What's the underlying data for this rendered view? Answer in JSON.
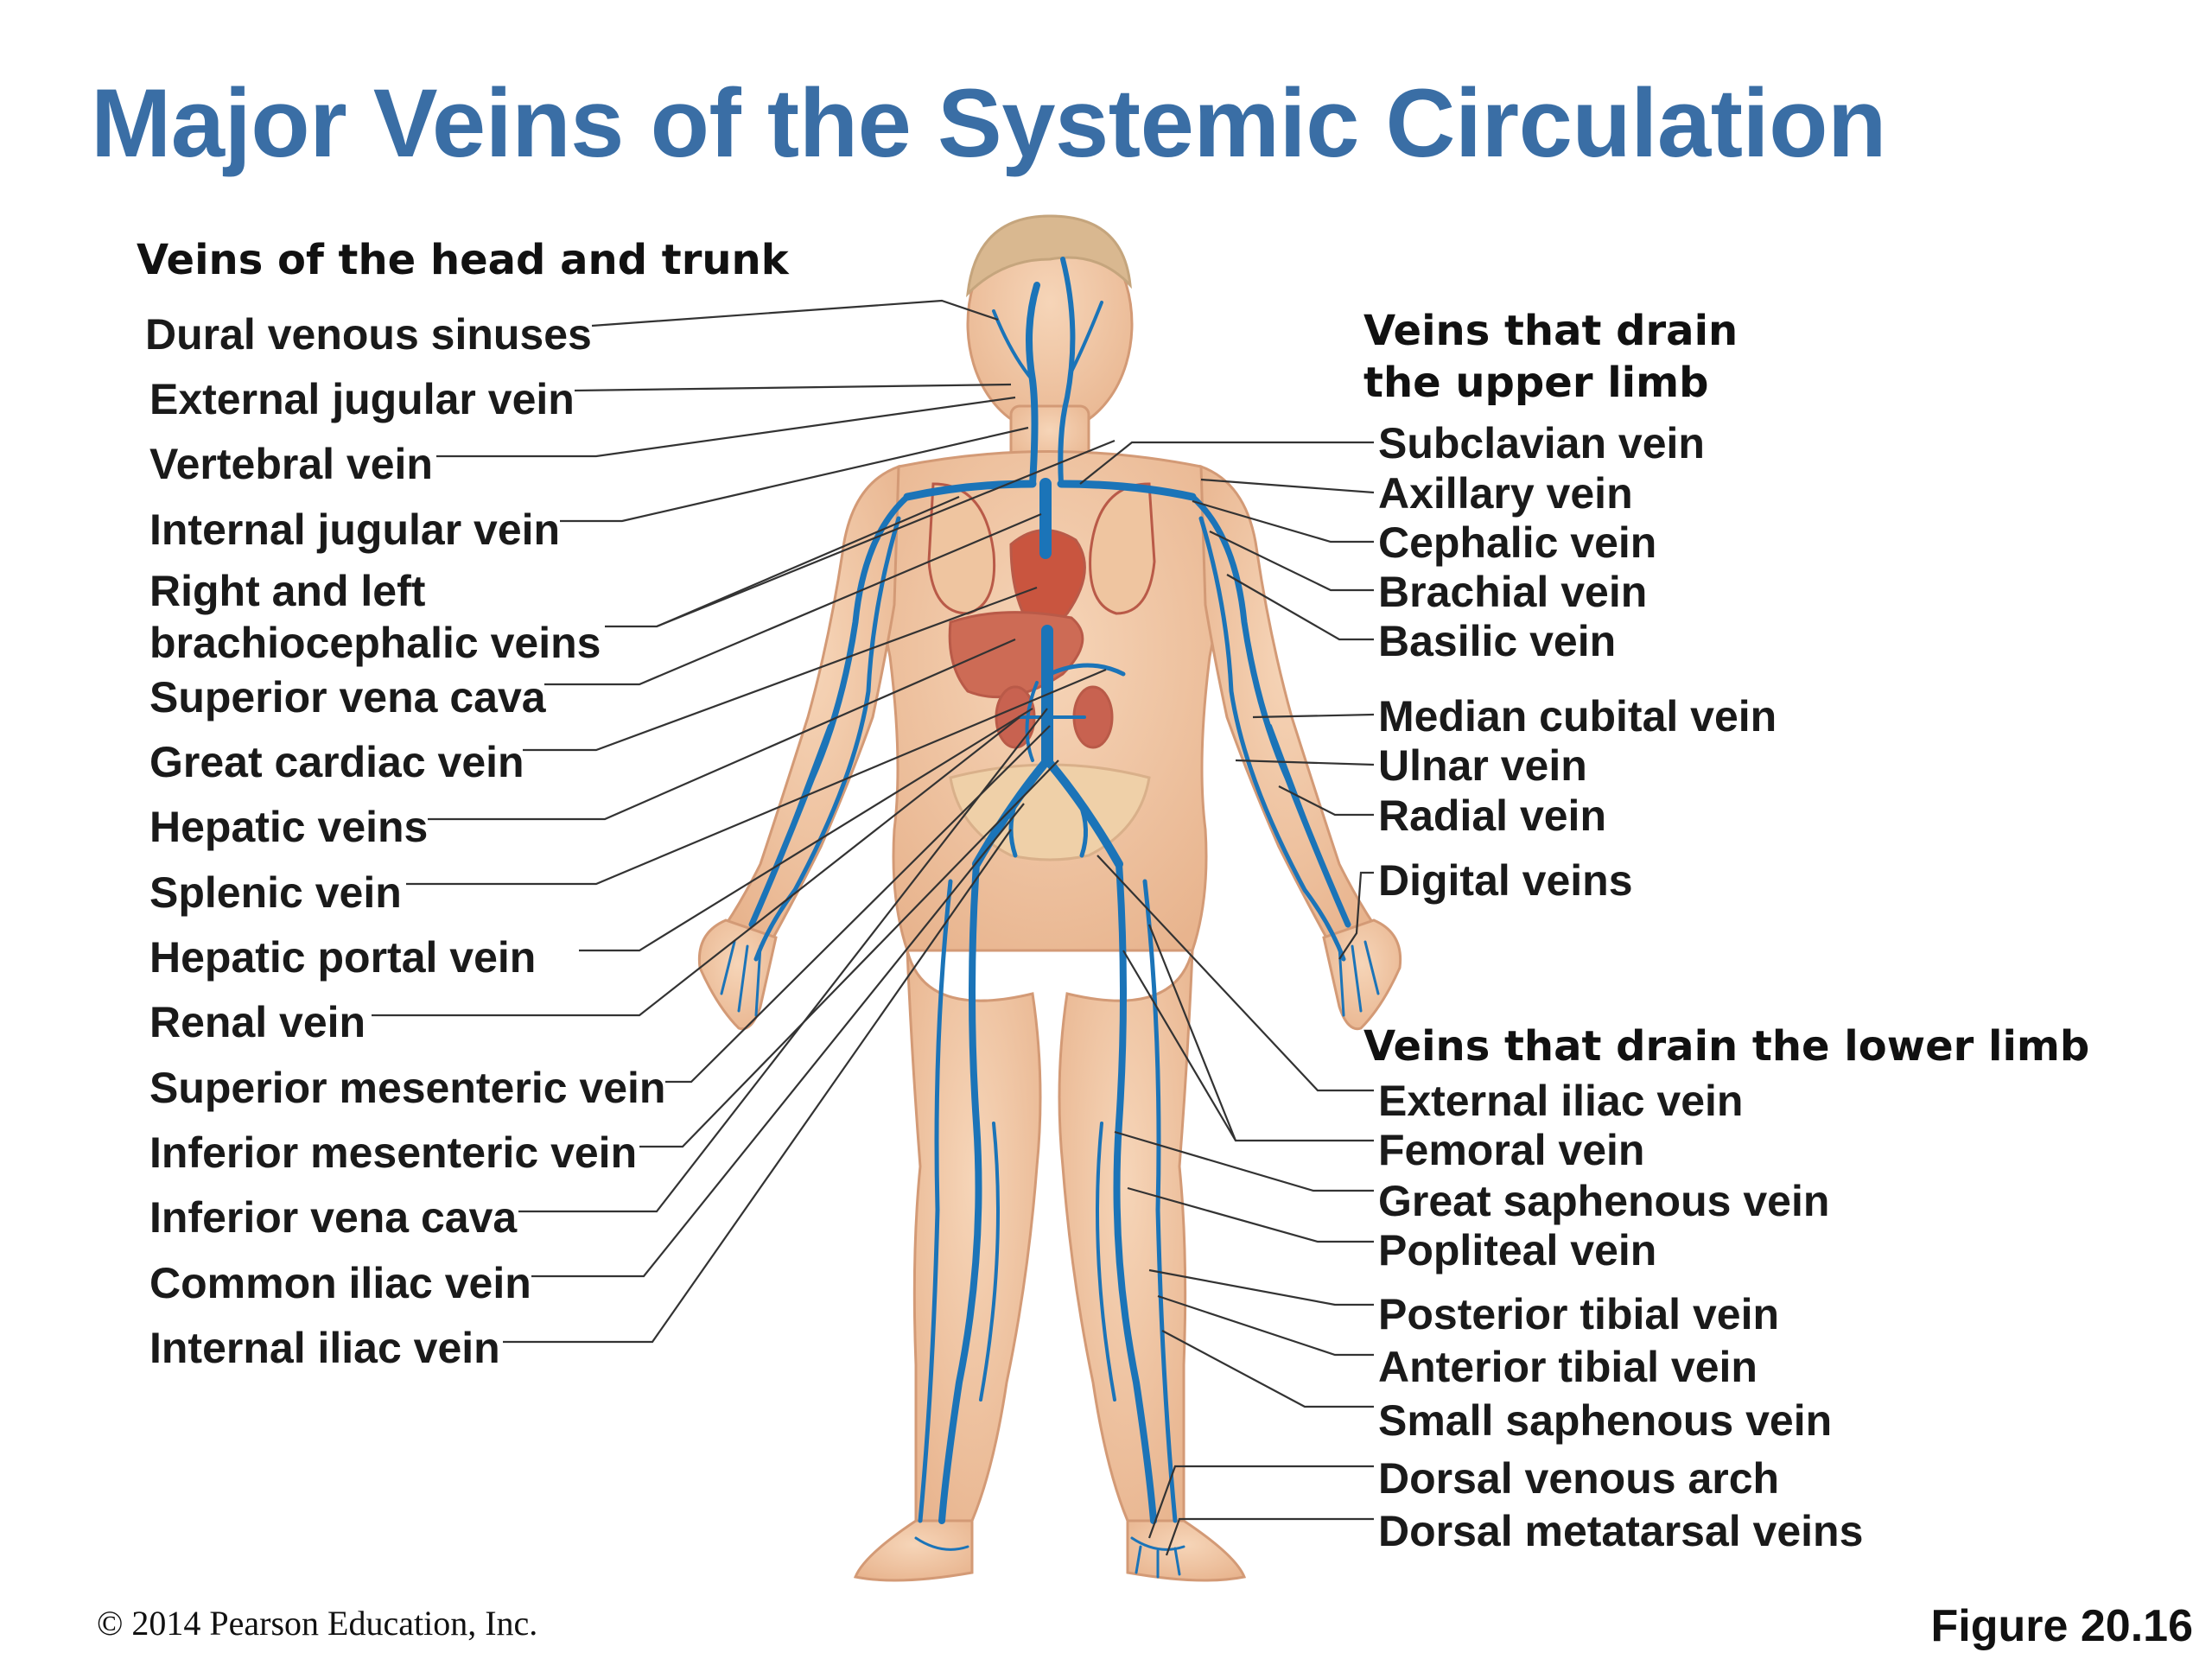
{
  "title": "Major Veins of the Systemic Circulation",
  "headings": {
    "head_trunk": "Veins of the head and trunk",
    "upper_limb_line1": "Veins that drain",
    "upper_limb_line2": "the upper limb",
    "lower_limb": "Veins that drain the lower limb"
  },
  "labels": {
    "head_trunk": [
      "Dural venous sinuses",
      "External jugular vein",
      "Vertebral vein",
      "Internal jugular vein",
      "Right and left",
      "brachiocephalic veins",
      "Superior vena cava",
      "Great cardiac vein",
      "Hepatic veins",
      "Splenic vein",
      "Hepatic portal vein",
      "Renal vein",
      "Superior mesenteric vein",
      "Inferior mesenteric vein",
      "Inferior vena cava",
      "Common iliac vein",
      "Internal iliac vein"
    ],
    "upper_limb": [
      "Subclavian vein",
      "Axillary vein",
      "Cephalic vein",
      "Brachial vein",
      "Basilic vein",
      "Median cubital vein",
      "Ulnar vein",
      "Radial vein",
      "Digital veins"
    ],
    "lower_limb": [
      "External iliac vein",
      "Femoral vein",
      "Great saphenous vein",
      "Popliteal vein",
      "Posterior tibial vein",
      "Anterior tibial vein",
      "Small saphenous vein",
      "Dorsal venous arch",
      "Dorsal metatarsal veins"
    ]
  },
  "footer": {
    "copyright": "© 2014 Pearson Education, Inc.",
    "figure": "Figure 20.16"
  },
  "colors": {
    "title": "#3a6ea5",
    "vein": "#1b74b8",
    "skin": "#f2c8a4",
    "organ": "#d8735e"
  }
}
